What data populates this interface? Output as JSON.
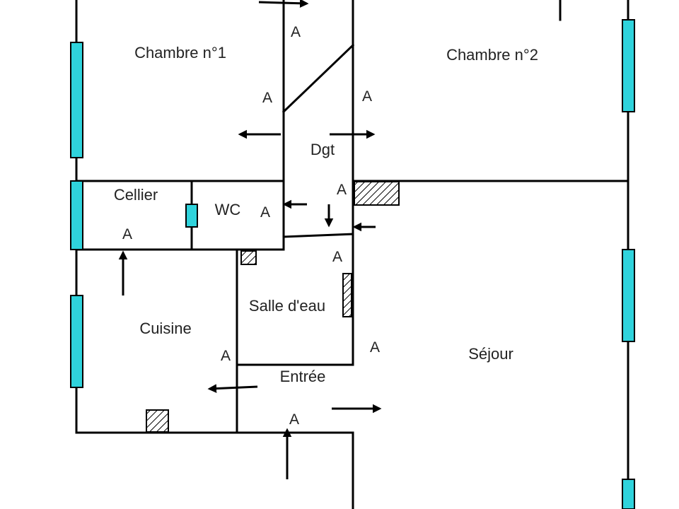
{
  "rooms": {
    "chambre1": "Chambre n°1",
    "chambre2": "Chambre n°2",
    "dgt": "Dgt",
    "cellier": "Cellier",
    "wc": "WC",
    "salle_eau": "Salle d'eau",
    "cuisine": "Cuisine",
    "entree": "Entrée",
    "sejour": "Séjour"
  },
  "marker": "A",
  "colors": {
    "window": "#2fd3dc",
    "wall": "#000000"
  }
}
